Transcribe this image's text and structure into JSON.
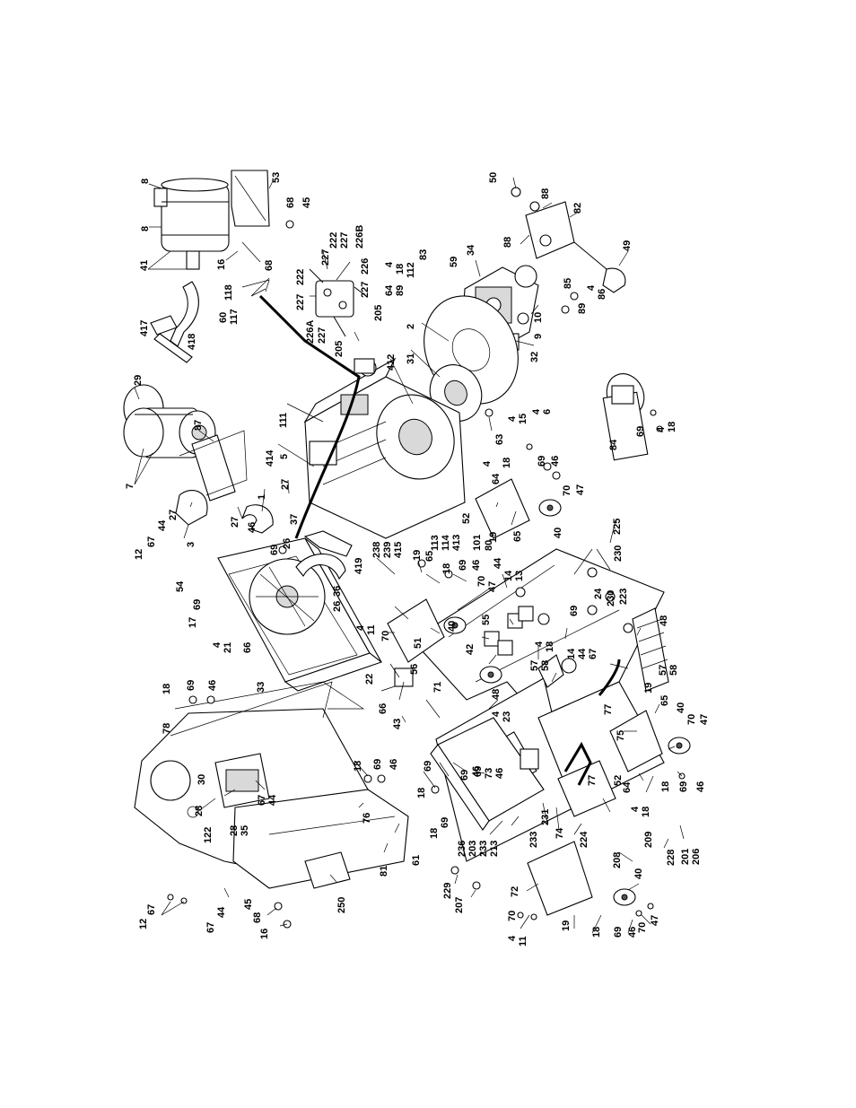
{
  "labels": {
    "l8a": "8",
    "l8b": "8",
    "l53": "53",
    "l68a": "68",
    "l45a": "45",
    "l41": "41",
    "l16a": "16",
    "l68b": "68",
    "l417": "417",
    "l418": "418",
    "l60": "60",
    "l117": "117",
    "l118": "118",
    "l222a": "222",
    "l227a": "227",
    "l226B": "226B",
    "l222b": "222",
    "l227b": "227",
    "l226": "226",
    "l227c": "227",
    "l227d": "227",
    "l205a": "205",
    "l226A": "226A",
    "l227e": "227",
    "l205b": "205",
    "l50": "50",
    "l88a": "88",
    "l82": "82",
    "l88b": "88",
    "l49": "49",
    "l85": "85",
    "l4a": "4",
    "l86": "86",
    "l89a": "89",
    "l83": "83",
    "l59": "59",
    "l34": "34",
    "l4b": "4",
    "l18a": "18",
    "l112": "112",
    "l64a": "64",
    "l89b": "89",
    "l10": "10",
    "l9": "9",
    "l32": "32",
    "l2": "2",
    "l412": "412",
    "l31": "31",
    "l4c": "4",
    "l15": "15",
    "l4d": "4",
    "l6": "6",
    "l29": "29",
    "l87": "87",
    "l7": "7",
    "l27a": "27",
    "l3": "3",
    "l44a": "44",
    "l67a": "67",
    "l12a": "12",
    "l111": "111",
    "l414": "414",
    "l5": "5",
    "l27b": "27",
    "l1": "1",
    "l27c": "27",
    "l37": "37",
    "l26a": "26",
    "l63": "63",
    "l4e": "4",
    "l64b": "64",
    "l18b": "18",
    "l69a": "69",
    "l46a": "46",
    "l84": "84",
    "l69b": "69",
    "l4f": "4",
    "l18c": "18",
    "l113": "113",
    "l114": "114",
    "l413": "413",
    "l52a": "52",
    "l19a": "19",
    "l65a": "65",
    "l70a": "70",
    "l47a": "47",
    "l225": "225",
    "l230a": "230",
    "l54": "54",
    "l17": "17",
    "l69c": "69",
    "l46b": "46",
    "l69d": "69",
    "l26b": "26",
    "l36": "36",
    "l419": "419",
    "l238": "238",
    "l239": "239",
    "l415": "415",
    "l19b": "19",
    "l65b": "65",
    "l18d": "18",
    "l69e": "69",
    "l46c": "46",
    "l101": "101",
    "l80": "80",
    "l44b": "44",
    "l14a": "14",
    "l13": "13",
    "l70b": "70",
    "l47b": "47",
    "l40a": "40",
    "l24": "24",
    "l230b": "230",
    "l223": "223",
    "l4g": "4",
    "l21": "21",
    "l66a": "66",
    "l33": "33",
    "l4h": "4",
    "l11a": "11",
    "l70c": "70",
    "l51": "51",
    "l40b": "40",
    "l55": "55",
    "l42": "42",
    "l69f": "69",
    "l4i": "4",
    "l18e": "18",
    "l14b": "14",
    "l44c": "44",
    "l67b": "67",
    "l48a": "48",
    "l57a": "57",
    "l58a": "58",
    "l18f": "18",
    "l69g": "69",
    "l46d": "46",
    "l78": "78",
    "l22": "22",
    "l56": "56",
    "l66b": "66",
    "l43": "43",
    "l71": "71",
    "l57b": "57",
    "l58b": "58",
    "l4j": "4",
    "l23": "23",
    "l48b": "48",
    "l77a": "77",
    "l19c": "19",
    "l65c": "65",
    "l40c": "40",
    "l70d": "70",
    "l47c": "47",
    "l75": "75",
    "l52b": "52",
    "l64c": "64",
    "l18g": "18",
    "l69h": "69",
    "l46e": "46",
    "l30": "30",
    "l67c": "67",
    "l44d": "44",
    "l28a": "28",
    "l122": "122",
    "l28b": "28",
    "l35": "35",
    "l18h": "18",
    "l69i": "69",
    "l46f": "46",
    "l76": "76",
    "l61": "61",
    "l81": "81",
    "l250": "250",
    "l12b": "12",
    "l67d": "67",
    "l44e": "44",
    "l67e": "67",
    "l45b": "45",
    "l68c": "68",
    "l16b": "16",
    "l69j": "69",
    "l46g": "46",
    "l18i": "18",
    "l69k": "69",
    "l73": "73",
    "l46h": "46",
    "l69l": "69",
    "l18j": "18",
    "l69m": "69",
    "l236": "236",
    "l203": "203",
    "l233a": "233",
    "l213": "213",
    "l233b": "233",
    "l231": "231",
    "l74": "74",
    "l224": "224",
    "l77b": "77",
    "l4k": "4",
    "l18k": "18",
    "l208": "208",
    "l209": "209",
    "l228": "228",
    "l201": "201",
    "l206": "206",
    "l229": "229",
    "l207": "207",
    "l72": "72",
    "l40d": "40",
    "l70e": "70",
    "l47d": "47",
    "l4l": "4",
    "l11b": "11",
    "l70f": "70",
    "l19d": "19",
    "l18l": "18",
    "l69n": "69",
    "l46i": "46"
  }
}
